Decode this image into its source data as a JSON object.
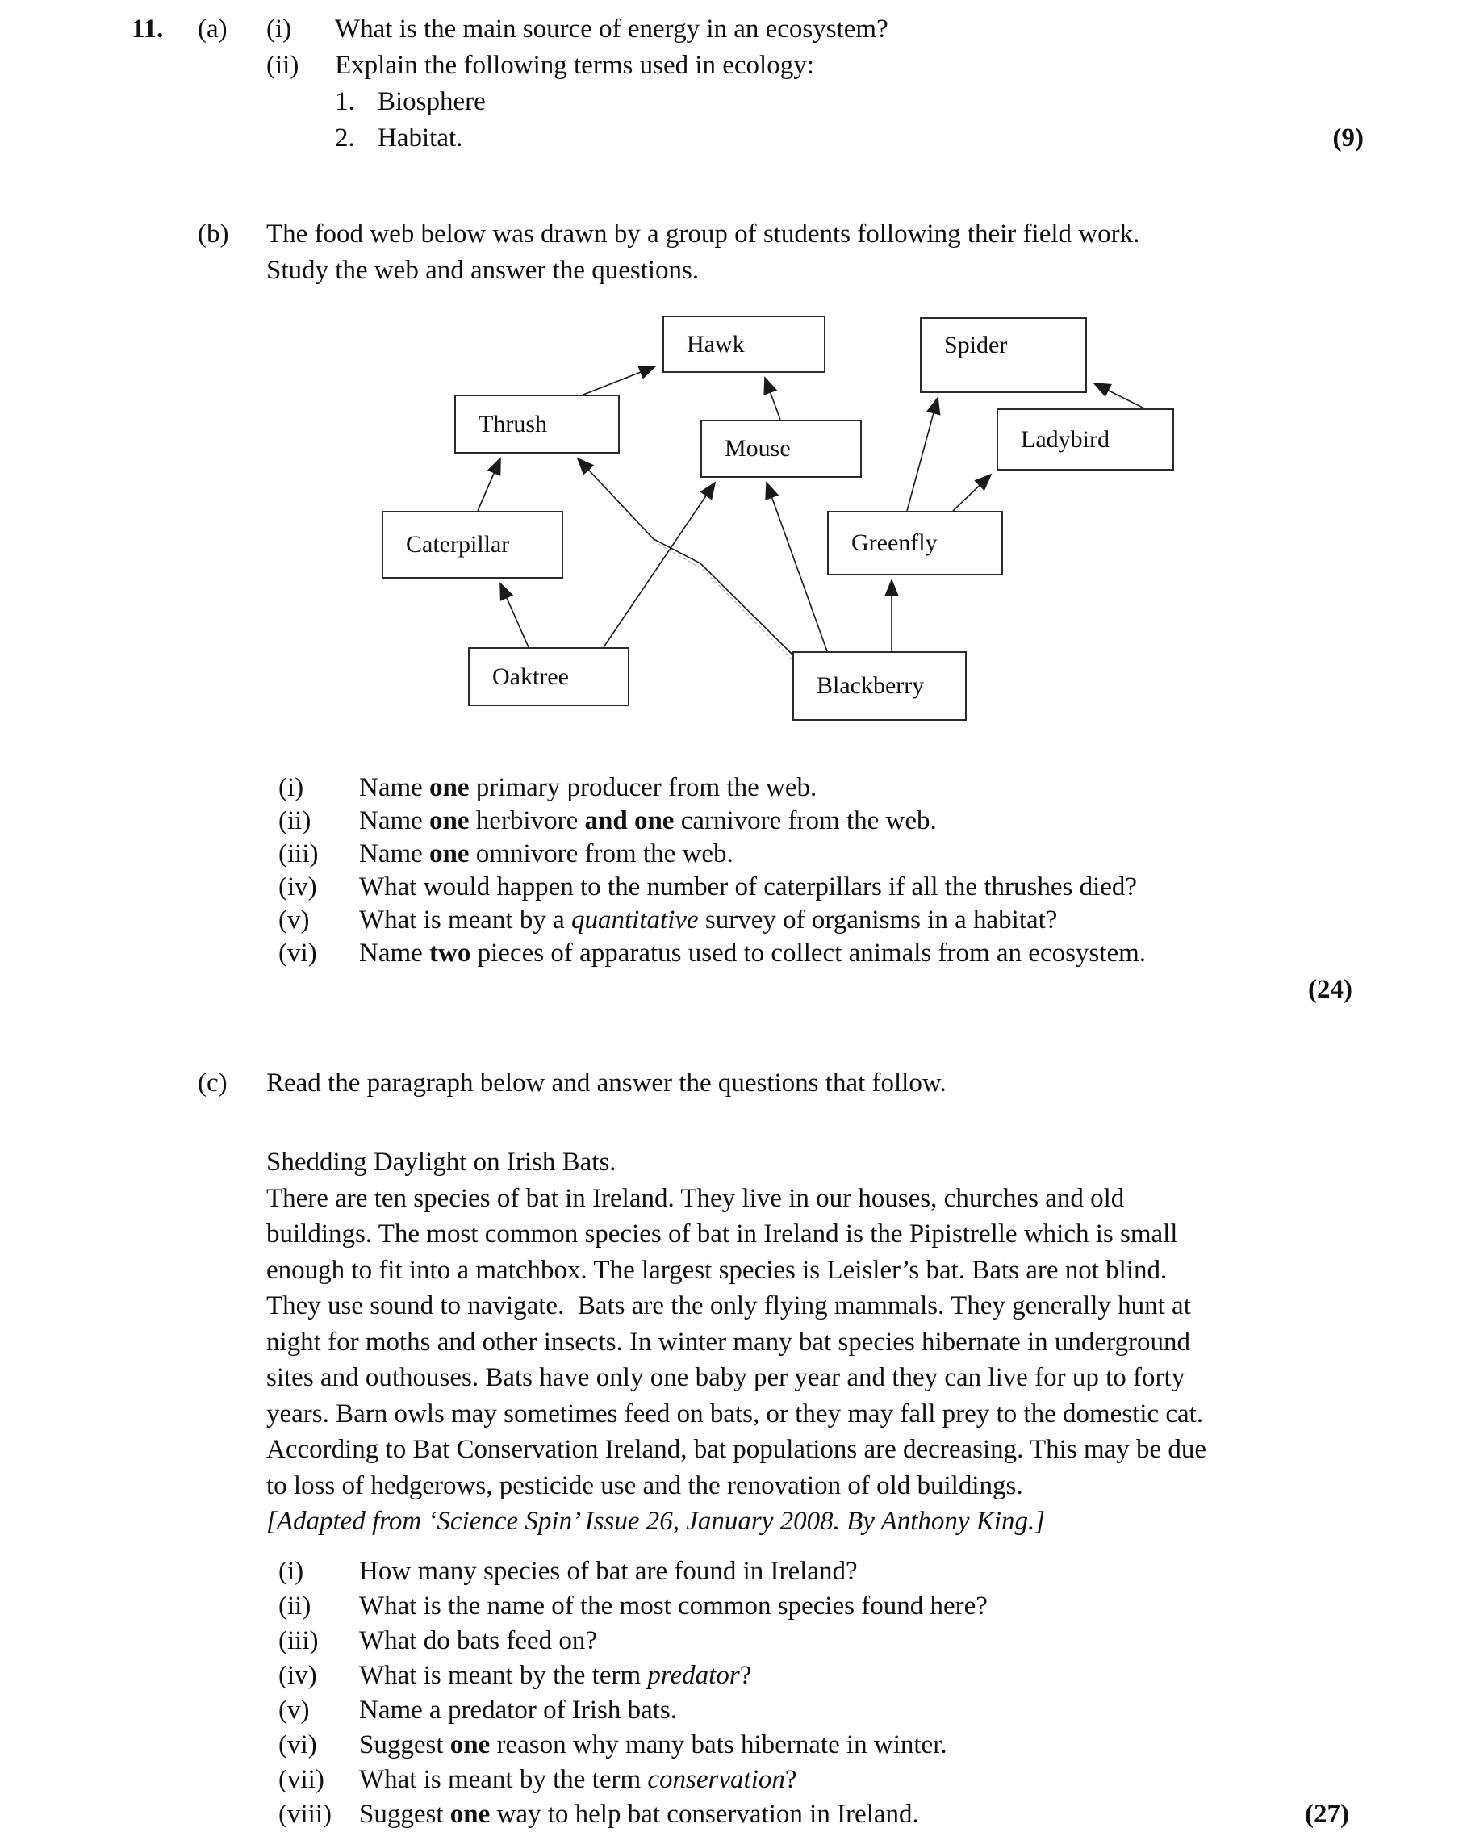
{
  "exam": {
    "question_number": "11.",
    "part_a": {
      "label": "(a)",
      "q1": {
        "num": "(i)",
        "text": "What is the main source of energy in an ecosystem?"
      },
      "q2": {
        "num": "(ii)",
        "text": "Explain the following terms used in ecology:"
      },
      "sub1": {
        "num": "1.",
        "text": "Biosphere"
      },
      "sub2": {
        "num": "2.",
        "text": "Habitat."
      },
      "marks": "(9)"
    },
    "part_b": {
      "label": "(b)",
      "intro_line1": "The food web below was drawn by a group of students following their field work.",
      "intro_line2": "Study the web and answer the questions.",
      "questions": [
        {
          "num": "(i)",
          "pre": "Name ",
          "bold": "one",
          "post": " primary producer from the web."
        },
        {
          "num": "(ii)",
          "pre": "Name ",
          "bold": "one",
          "mid": " herbivore ",
          "bold2": "and one",
          "post": " carnivore from the web."
        },
        {
          "num": "(iii)",
          "pre": "Name ",
          "bold": "one",
          "post": " omnivore from the web."
        },
        {
          "num": "(iv)",
          "text": "What would happen to the number of caterpillars if all the thrushes died?"
        },
        {
          "num": "(v)",
          "pre": "What is meant by a ",
          "italic": "quantitative",
          "post": " survey of organisms in a habitat?"
        },
        {
          "num": "(vi)",
          "pre": "Name ",
          "bold": "two",
          "post": " pieces of apparatus used to collect animals from an ecosystem."
        }
      ],
      "marks": "(24)"
    },
    "part_c": {
      "label": "(c)",
      "intro": "Read the paragraph below and answer the questions that follow.",
      "passage_title": "Shedding Daylight on Irish Bats.",
      "passage_lines": [
        "There are ten species of bat in Ireland. They live in our houses, churches and old",
        "buildings. The most common species of bat in Ireland is the Pipistrelle which is small",
        "enough to fit into a matchbox. The largest species is Leisler’s bat. Bats are not blind.",
        "They use sound to navigate.  Bats are the only flying mammals. They generally hunt at",
        "night for moths and other insects. In winter many bat species hibernate in underground",
        "sites and outhouses. Bats have only one baby per year and they can live for up to forty",
        "years. Barn owls may sometimes feed on bats, or they may fall prey to the domestic cat.",
        "According to Bat Conservation Ireland, bat populations are decreasing. This may be due",
        "to loss of hedgerows, pesticide use and the renovation of old buildings."
      ],
      "credit": "[Adapted from ‘Science Spin’ Issue 26, January 2008. By Anthony King.]",
      "questions": [
        {
          "num": "(i)",
          "text": "How many species of bat are found in Ireland?"
        },
        {
          "num": "(ii)",
          "text": "What is the name of the most common species found here?"
        },
        {
          "num": "(iii)",
          "text": "What do bats feed on?"
        },
        {
          "num": "(iv)",
          "pre": "What is meant by the term ",
          "italic": "predator",
          "post": "?"
        },
        {
          "num": "(v)",
          "text": "Name a predator of Irish bats."
        },
        {
          "num": "(vi)",
          "pre": "Suggest ",
          "bold": "one",
          "post": " reason why many bats hibernate in winter."
        },
        {
          "num": "(vii)",
          "pre": "What is meant by the term ",
          "italic": "conservation",
          "post": "?"
        },
        {
          "num": "(viii)",
          "pre": "Suggest ",
          "bold": "one",
          "post": " way to help bat conservation in Ireland."
        }
      ],
      "marks": "(27)"
    }
  },
  "food_web": {
    "nodes": [
      {
        "id": "hawk",
        "label": "Hawk"
      },
      {
        "id": "spider",
        "label": "Spider"
      },
      {
        "id": "thrush",
        "label": "Thrush"
      },
      {
        "id": "mouse",
        "label": "Mouse"
      },
      {
        "id": "ladybird",
        "label": "Ladybird"
      },
      {
        "id": "caterpillar",
        "label": "Caterpillar"
      },
      {
        "id": "greenfly",
        "label": "Greenfly"
      },
      {
        "id": "oaktree",
        "label": "Oaktree"
      },
      {
        "id": "blackberry",
        "label": "Blackberry"
      }
    ],
    "edges": [
      {
        "from": "Thrush",
        "to": "Hawk"
      },
      {
        "from": "Mouse",
        "to": "Hawk"
      },
      {
        "from": "Caterpillar",
        "to": "Thrush"
      },
      {
        "from": "Blackberry",
        "to": "Thrush"
      },
      {
        "from": "Oaktree",
        "to": "Caterpillar"
      },
      {
        "from": "Oaktree",
        "to": "Mouse"
      },
      {
        "from": "Blackberry",
        "to": "Mouse"
      },
      {
        "from": "Blackberry",
        "to": "Greenfly"
      },
      {
        "from": "Greenfly",
        "to": "Spider"
      },
      {
        "from": "Greenfly",
        "to": "Ladybird"
      },
      {
        "from": "Ladybird",
        "to": "Spider"
      }
    ],
    "line_color": "#1a1a1a"
  }
}
